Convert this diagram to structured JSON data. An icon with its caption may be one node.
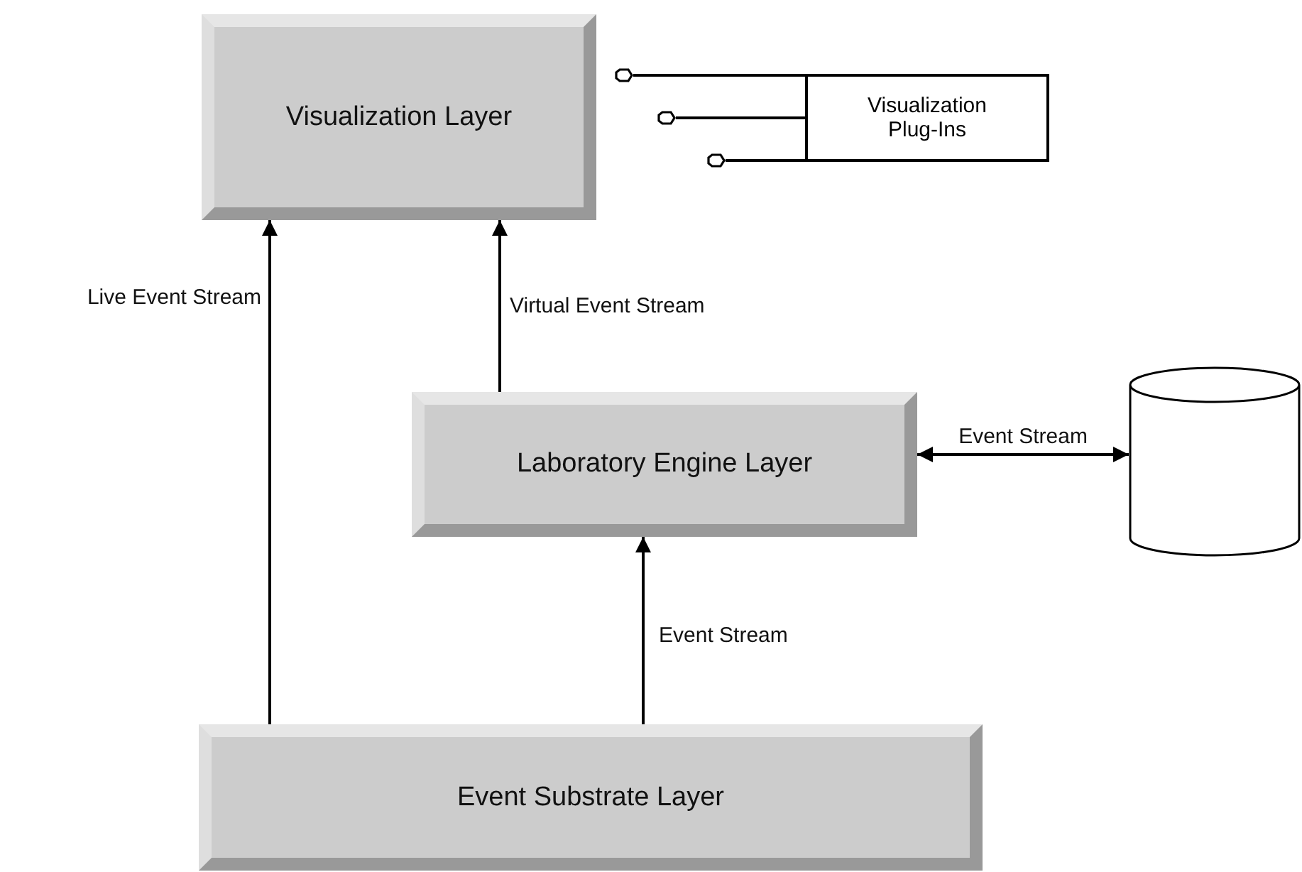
{
  "diagram": {
    "nodes": [
      {
        "text": [
          "Visualization Layer"
        ]
      },
      {
        "text": [
          "Visualization Plug-Ins"
        ]
      },
      {
        "text": [
          "Laboratory Engine Layer"
        ]
      },
      {
        "text": [],
        "shape": "cylinder"
      },
      {
        "text": [
          "Event Substrate Layer"
        ]
      },
      {
        "text": [],
        "shape": "circle"
      },
      {
        "text": [],
        "shape": "circle"
      },
      {
        "text": [],
        "shape": "circle"
      }
    ],
    "edges": [
      {
        "from": 5,
        "to": 1,
        "arrow": "none"
      },
      {
        "from": 6,
        "to": 1,
        "arrow": "none"
      },
      {
        "from": 7,
        "to": 1,
        "arrow": "none"
      },
      {
        "from": 4,
        "to": 0,
        "arrow": "to",
        "label": "Live Event Stream"
      },
      {
        "from": 2,
        "to": 0,
        "arrow": "to",
        "label": "Virtual Event Stream"
      },
      {
        "from": 2,
        "to": 3,
        "arrow": "both",
        "label": "Event Stream"
      },
      {
        "from": 4,
        "to": 2,
        "arrow": "to",
        "label": "Event Stream"
      }
    ]
  }
}
